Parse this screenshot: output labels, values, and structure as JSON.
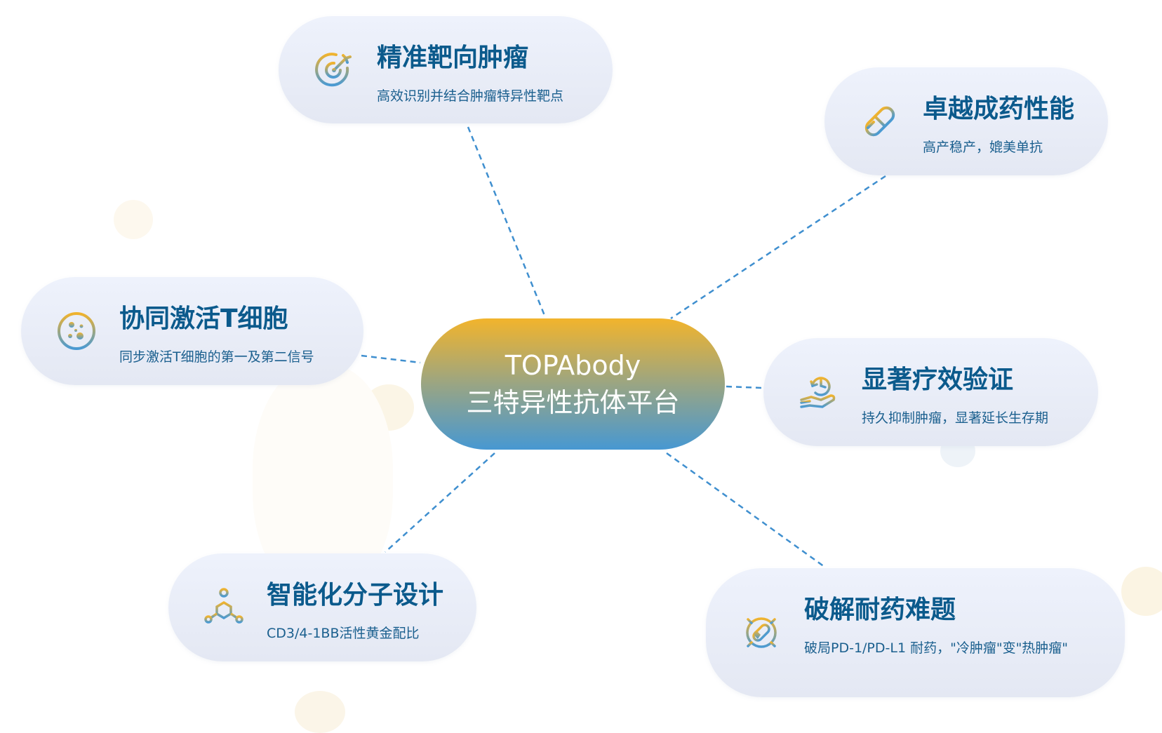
{
  "center": {
    "line1": "TOPAbody",
    "line2": "三特异性抗体平台"
  },
  "nodes": [
    {
      "title": "精准靶向肿瘤",
      "subtitle": "高效识别并结合肿瘤特异性靶点",
      "icon": "target-icon"
    },
    {
      "title": "卓越成药性能",
      "subtitle": "高产稳产，媲美单抗",
      "icon": "pill-icon"
    },
    {
      "title": "协同激活T细胞",
      "subtitle": "同步激活T细胞的第一及第二信号",
      "icon": "cell-icon"
    },
    {
      "title": "显著疗效验证",
      "subtitle": "持久抑制肿瘤，显著延长生存期",
      "icon": "hand-clock-icon"
    },
    {
      "title": "智能化分子设计",
      "subtitle": "CD3/4-1BB活性黄金配比",
      "icon": "molecule-icon"
    },
    {
      "title": "破解耐药难题",
      "subtitle": "破局PD-1/PD-L1 耐药，\"冷肿瘤\"变\"热肿瘤\"",
      "icon": "virus-pill-icon"
    }
  ],
  "colors": {
    "title": "#0b5a8c",
    "gradient_top": "#f2b42c",
    "gradient_bottom": "#4798d2",
    "line": "#3f8fcf"
  }
}
